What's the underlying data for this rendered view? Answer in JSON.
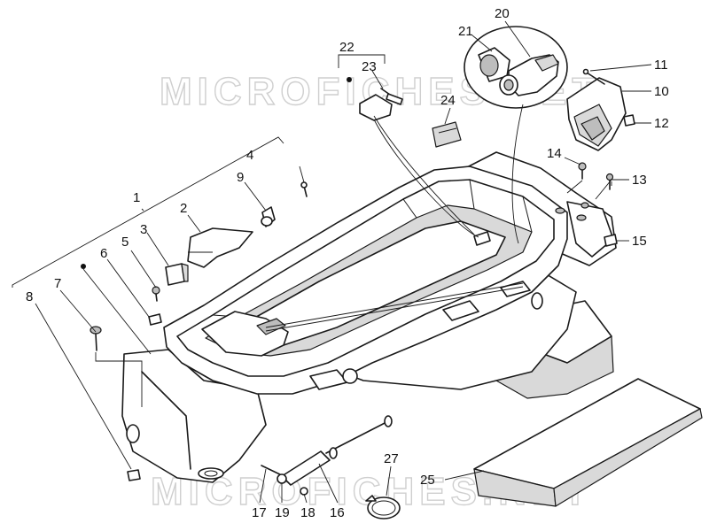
{
  "watermark": {
    "top": "MICROFICHES.NET",
    "bottom": "MICROFICHES.NET"
  },
  "callouts": {
    "c1": "1",
    "c2": "2",
    "c3": "3",
    "c4": "4",
    "c5": "5",
    "c6": "6",
    "c7": "7",
    "c8": "8",
    "c9": "9",
    "c10": "10",
    "c11": "11",
    "c12": "12",
    "c13": "13",
    "c14": "14",
    "c15": "15",
    "c16": "16",
    "c17": "17",
    "c18": "18",
    "c19": "19",
    "c20": "20",
    "c21": "21",
    "c22": "22",
    "c23": "23",
    "c24": "24",
    "c25": "25",
    "c27": "27"
  }
}
